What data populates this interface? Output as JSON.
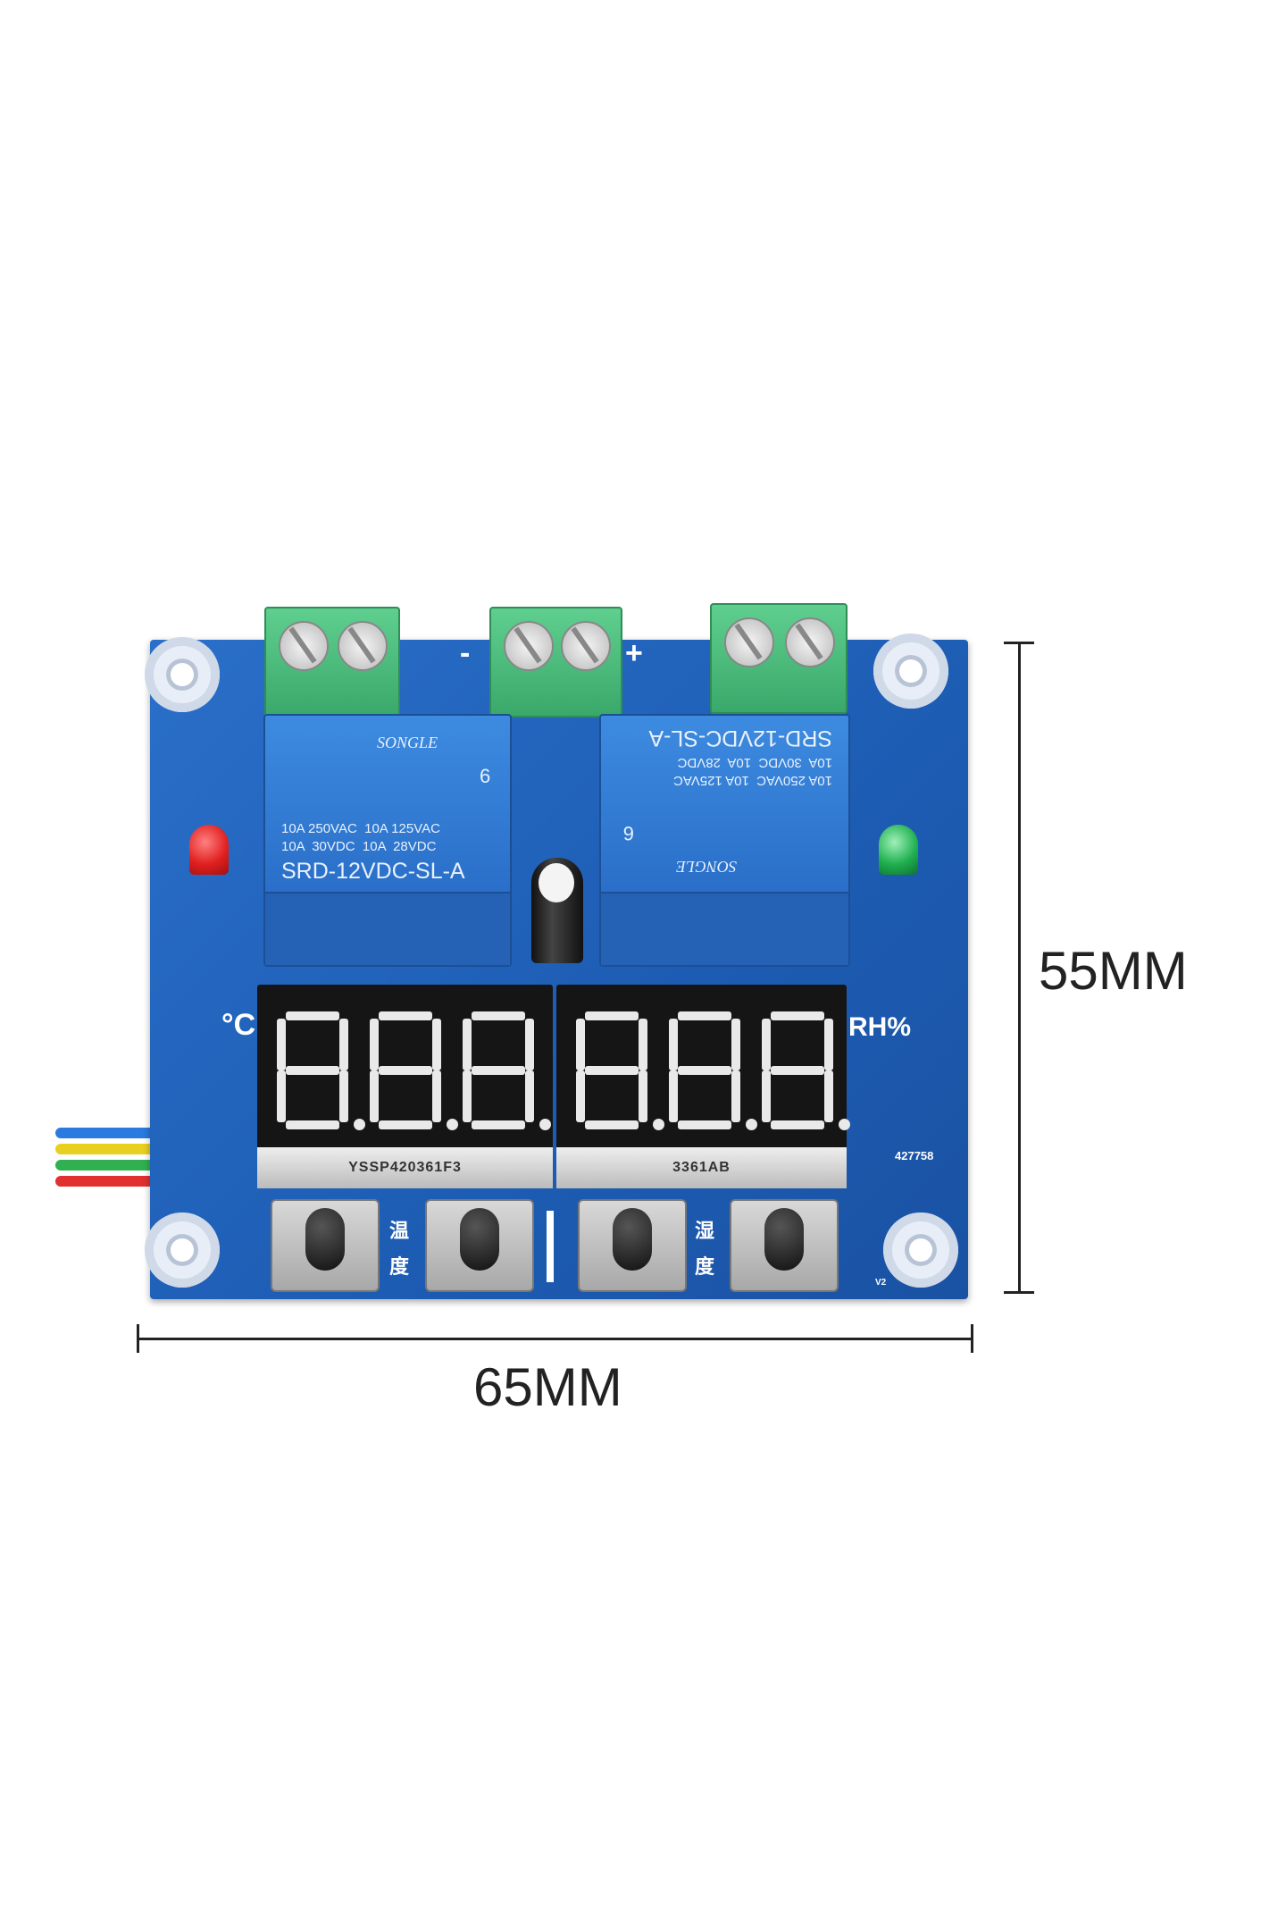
{
  "product": {
    "relay_left": {
      "brand": "SONGLE",
      "spec_line1": "10A 250VAC  10A 125VAC",
      "spec_line2": "10A  30VDC  10A  28VDC",
      "model": "SRD-12VDC-SL-A",
      "pin": "6"
    },
    "relay_right": {
      "brand": "SONGLE",
      "spec_line1": "10A 250VAC  10A 125VAC",
      "spec_line2": "10A  30VDC  10A  28VDC",
      "model": "SRD-12VDC-SL-A",
      "pin": "6"
    },
    "terminal_minus": "-",
    "terminal_plus": "+",
    "unit_left": "°C",
    "unit_right": "RH%",
    "display_left_label": "YSSP420361F3",
    "display_right_label": "3361AB",
    "board_code": "427758",
    "version": "V2",
    "button_label_temp": "温度",
    "button_label_humidity": "湿度",
    "digits": [
      "8.",
      "8.",
      "8.",
      "8.",
      "8.",
      "8."
    ],
    "colors": {
      "board": "#1d5cb3",
      "terminal": "#3aa86a",
      "led_left": "#e02020",
      "led_right": "#20b050"
    }
  },
  "dimensions": {
    "width_label": "65MM",
    "height_label": "55MM"
  }
}
